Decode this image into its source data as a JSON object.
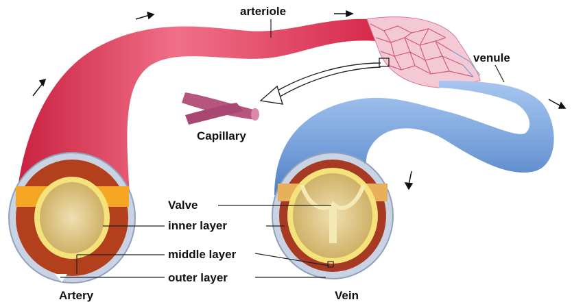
{
  "labels": {
    "arteriole": "arteriole",
    "venule": "venule",
    "capillary": "Capillary",
    "artery": "Artery",
    "vein": "Vein",
    "valve": "Valve",
    "inner_layer": "inner layer",
    "middle_layer": "middle layer",
    "outer_layer": "outer layer"
  },
  "colors": {
    "artery": "#e43d5c",
    "artery_light": "#f26f86",
    "vein": "#7aa3dc",
    "vein_light": "#a9c4ee",
    "middle_layer": "#b2401d",
    "inner_band": "#f5a623",
    "lumen": "#e8d49a",
    "outer_layer": "#c9d3e3",
    "capillary": "#b6557d"
  },
  "icons": [
    "flow-arrow-icon",
    "magnify-arrow-icon"
  ]
}
